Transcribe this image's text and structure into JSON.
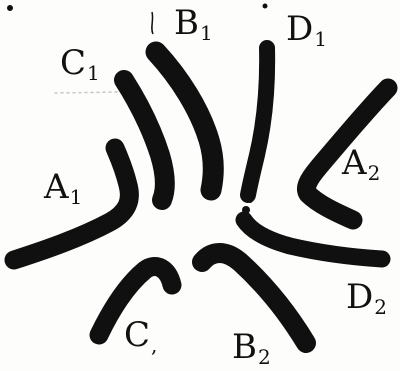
{
  "labels": {
    "a1": {
      "letter": "A",
      "index": "1"
    },
    "a2": {
      "letter": "A",
      "index": "2"
    },
    "b1": {
      "letter": "B",
      "index": "1"
    },
    "b2": {
      "letter": "B",
      "index": "2"
    },
    "c1": {
      "letter": "C",
      "index": "1"
    },
    "c2": {
      "letter": "C",
      "index": ","
    },
    "d1": {
      "letter": "D",
      "index": "1"
    },
    "d2": {
      "letter": "D",
      "index": "2"
    }
  },
  "colors": {
    "stroke": "#101010",
    "paper": "#fdfdfb",
    "dots": "#c8c8c0"
  }
}
